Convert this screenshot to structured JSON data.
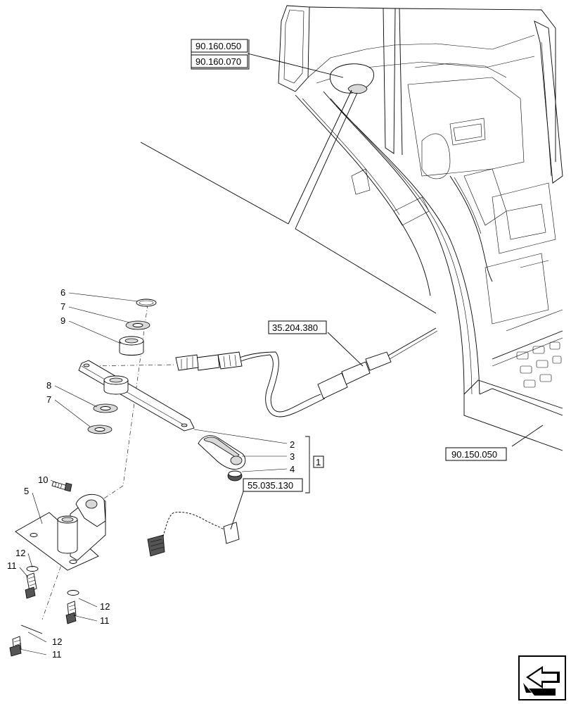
{
  "references": {
    "r1": "90.160.050",
    "r2": "90.160.070",
    "r3": "35.204.380",
    "r4": "90.150.050",
    "r5": "55.035.130"
  },
  "group_label": "1",
  "callouts": {
    "c6": "6",
    "c7a": "7",
    "c9": "9",
    "c8": "8",
    "c7b": "7",
    "c2": "2",
    "c3": "3",
    "c4": "4",
    "c10": "10",
    "c5": "5",
    "c12a": "12",
    "c11a": "11",
    "c12b": "12",
    "c11b": "11",
    "c12c": "12",
    "c11c": "11"
  },
  "icons": {
    "nav": "back-arrow-icon"
  }
}
